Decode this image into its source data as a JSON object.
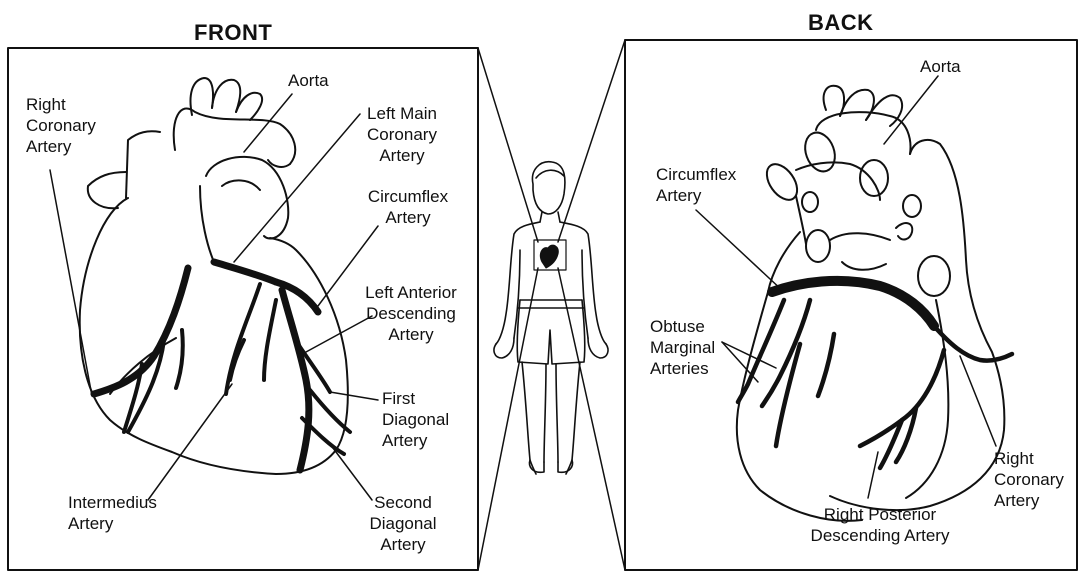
{
  "front": {
    "title": "FRONT",
    "labels": {
      "aorta": "Aorta",
      "right_coronary": [
        "Right",
        "Coronary",
        "Artery"
      ],
      "left_main": [
        "Left Main",
        "Coronary",
        "Artery"
      ],
      "circumflex": [
        "Circumflex",
        "Artery"
      ],
      "lad": [
        "Left Anterior",
        "Descending",
        "Artery"
      ],
      "first_diagonal": [
        "First",
        "Diagonal",
        "Artery"
      ],
      "intermedius": [
        "Intermedius",
        "Artery"
      ],
      "second_diagonal": [
        "Second",
        "Diagonal",
        "Artery"
      ]
    }
  },
  "back": {
    "title": "BACK",
    "labels": {
      "aorta": "Aorta",
      "circumflex": [
        "Circumflex",
        "Artery"
      ],
      "obtuse_marginal": [
        "Obtuse",
        "Marginal",
        "Arteries"
      ],
      "right_coronary": [
        "Right",
        "Coronary",
        "Artery"
      ],
      "rpda": [
        "Right Posterior",
        "Descending Artery"
      ]
    }
  }
}
